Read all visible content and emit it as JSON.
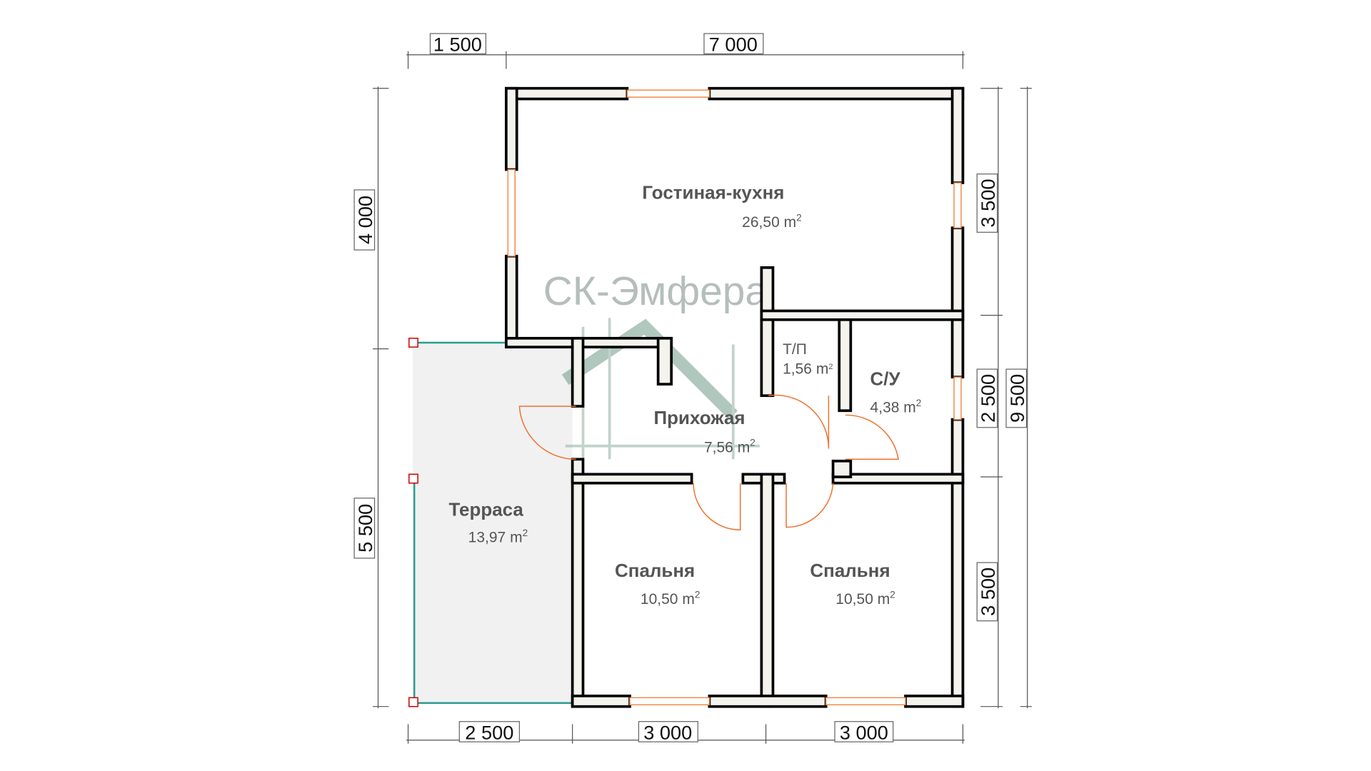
{
  "dimensions": {
    "top": [
      "1 500",
      "7 000"
    ],
    "bottom": [
      "2 500",
      "3 000",
      "3 000"
    ],
    "left": [
      "4 000",
      "5 500"
    ],
    "right": [
      "3 500",
      "2 500",
      "3 500"
    ],
    "total_height": "9 500"
  },
  "rooms": {
    "living_kitchen": {
      "name": "Гостиная-кухня",
      "area": "26,50 m",
      "sup": "2"
    },
    "pantry": {
      "name": "Т/П",
      "area": "1,56 m",
      "sup": "2"
    },
    "bathroom": {
      "name": "С/У",
      "area": "4,38 m",
      "sup": "2"
    },
    "hallway": {
      "name": "Прихожая",
      "area": "7,56 m",
      "sup": "2"
    },
    "terrace": {
      "name": "Терраса",
      "area": "13,97 m",
      "sup": "2"
    },
    "bedroom1": {
      "name": "Спальня",
      "area": "10,50 m",
      "sup": "2"
    },
    "bedroom2": {
      "name": "Спальня",
      "area": "10,50 m",
      "sup": "2"
    }
  },
  "watermark": "СК-Эмфера",
  "colors": {
    "wall": "#f4f3ee",
    "terrace": "#f1f1f1",
    "door": "#f07030",
    "railing": "#2a9d8f",
    "watermark": "#6f9a88"
  }
}
